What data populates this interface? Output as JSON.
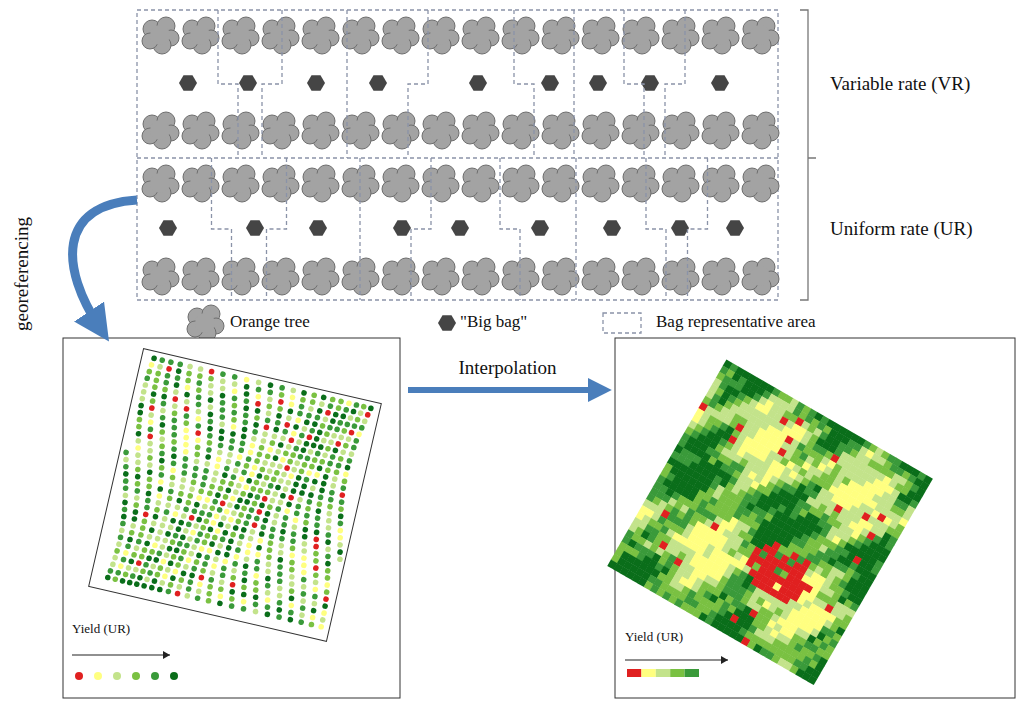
{
  "diagram": {
    "nodes": [
      {
        "text": [
          "Variable rate (VR)"
        ]
      },
      {
        "text": [
          "Uniform rate (UR)"
        ]
      },
      {
        "text": [
          "Yield (UR)"
        ]
      },
      {
        "text": [
          "Yield (UR)"
        ]
      }
    ],
    "edges": [
      {
        "from": 1,
        "to": 2,
        "arrow": "to",
        "label": "georeferencing"
      },
      {
        "from": 2,
        "to": 3,
        "arrow": "to",
        "label": "Interpolation"
      }
    ],
    "legend": [
      {
        "text": "Orange tree"
      },
      {
        "text": "\"Big bag\""
      },
      {
        "text": "Bag representative area"
      }
    ]
  }
}
